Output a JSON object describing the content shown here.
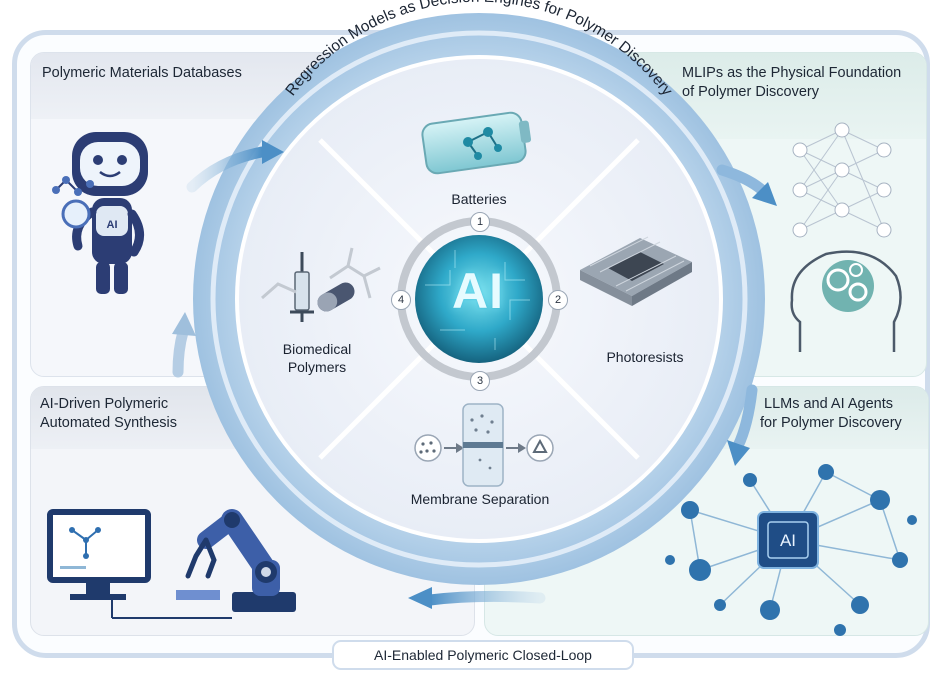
{
  "panels": {
    "top_left": "Polymeric Materials Databases",
    "top_right_line1": "MLIPs as the Physical Foundation",
    "top_right_line2": "of Polymer Discovery",
    "bottom_left_line1": "AI-Driven Polymeric",
    "bottom_left_line2": "Automated Synthesis",
    "bottom_right_line1": "LLMs and AI Agents",
    "bottom_right_line2": "for Polymer Discovery"
  },
  "ring_title": "Regression Models as Decision Engines for Polymer Discovery",
  "center": {
    "ai": "AI",
    "numbers": [
      "1",
      "2",
      "3",
      "4"
    ]
  },
  "sectors": {
    "batteries": "Batteries",
    "photoresists": "Photoresists",
    "membrane": "Membrane Separation",
    "biomedical_line1": "Biomedical",
    "biomedical_line2": "Polymers"
  },
  "chip_label": "AI",
  "robot_badge": "AI",
  "footer": "AI-Enabled Polymeric Closed-Loop",
  "icons": [
    "robot-icon",
    "battery-icon",
    "chip-icon",
    "membrane-icon",
    "syringe-icon",
    "pill-icon",
    "neural-network-icon",
    "brain-gear-icon",
    "network-chip-icon",
    "monitor-icon",
    "robot-arm-icon",
    "recycle-icon"
  ],
  "colors": {
    "ring": "#a9c7e3",
    "accent_blue": "#4a90c8",
    "panel_teal": "#eef7f6",
    "core_glow": "#5fd0e6"
  }
}
